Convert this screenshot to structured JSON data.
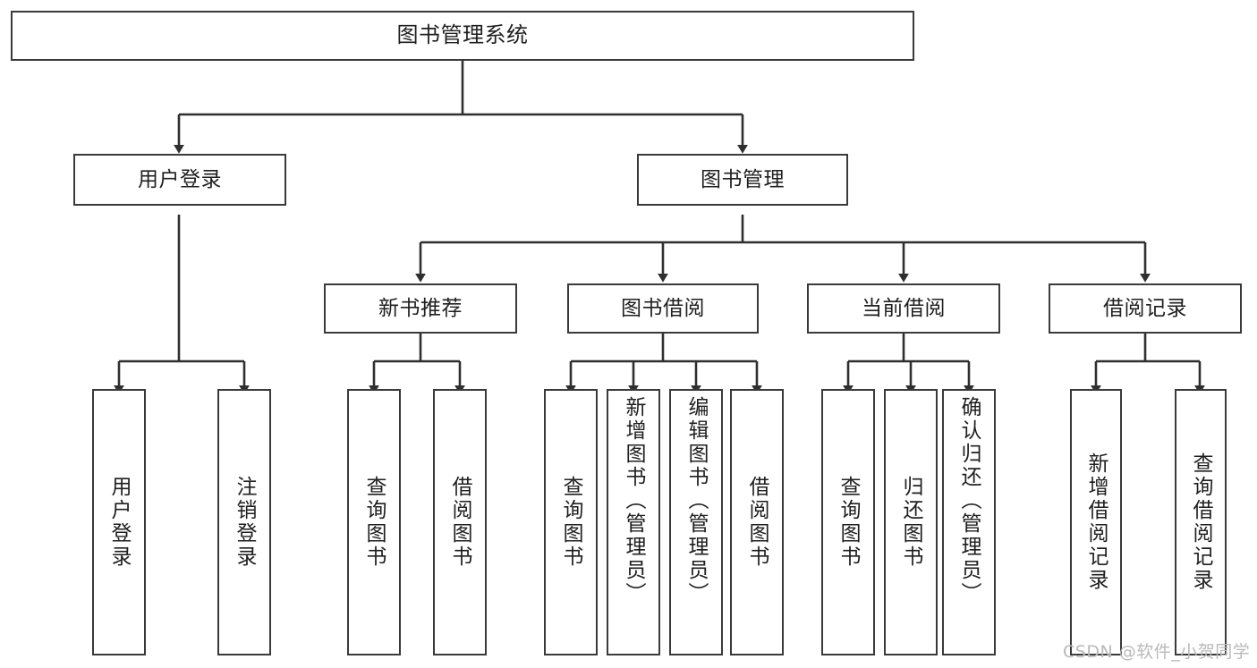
{
  "diagram": {
    "type": "tree",
    "title": "图书管理系统",
    "root": {
      "id": "root",
      "label": "图书管理系统"
    },
    "level2": [
      {
        "id": "user-login",
        "label": "用户登录"
      },
      {
        "id": "book-manage",
        "label": "图书管理"
      }
    ],
    "level3": [
      {
        "id": "new-book-recommend",
        "label": "新书推荐",
        "parent": "book-manage"
      },
      {
        "id": "book-borrow",
        "label": "图书借阅",
        "parent": "book-manage"
      },
      {
        "id": "current-borrow",
        "label": "当前借阅",
        "parent": "book-manage"
      },
      {
        "id": "borrow-record",
        "label": "借阅记录",
        "parent": "book-manage"
      }
    ],
    "leaves": [
      {
        "id": "leaf-user-login",
        "label": "用户登录",
        "parent": "user-login"
      },
      {
        "id": "leaf-logout-login",
        "label": "注销登录",
        "parent": "user-login"
      },
      {
        "id": "leaf-query-book-1",
        "label": "查询图书",
        "parent": "new-book-recommend"
      },
      {
        "id": "leaf-borrow-book-1",
        "label": "借阅图书",
        "parent": "new-book-recommend"
      },
      {
        "id": "leaf-query-book-2",
        "label": "查询图书",
        "parent": "book-borrow"
      },
      {
        "id": "leaf-add-book",
        "label": "新增图书（管理员）",
        "parent": "book-borrow"
      },
      {
        "id": "leaf-edit-book",
        "label": "编辑图书（管理员）",
        "parent": "book-borrow"
      },
      {
        "id": "leaf-borrow-book-2",
        "label": "借阅图书",
        "parent": "book-borrow"
      },
      {
        "id": "leaf-query-book-3",
        "label": "查询图书",
        "parent": "current-borrow"
      },
      {
        "id": "leaf-return-book",
        "label": "归还图书",
        "parent": "current-borrow"
      },
      {
        "id": "leaf-confirm-return",
        "label": "确认归还（管理员）",
        "parent": "current-borrow"
      },
      {
        "id": "leaf-add-record",
        "label": "新增借阅记录",
        "parent": "borrow-record"
      },
      {
        "id": "leaf-query-record",
        "label": "查询借阅记录",
        "parent": "borrow-record"
      }
    ],
    "colors": {
      "box_border": "#3a3a3a",
      "edge": "#2f2f2f",
      "text": "#1f1f1f",
      "background": "#ffffff",
      "watermark": "#b9b9b9"
    }
  },
  "watermark": {
    "text": "CSDN @软件_小贺同学"
  }
}
